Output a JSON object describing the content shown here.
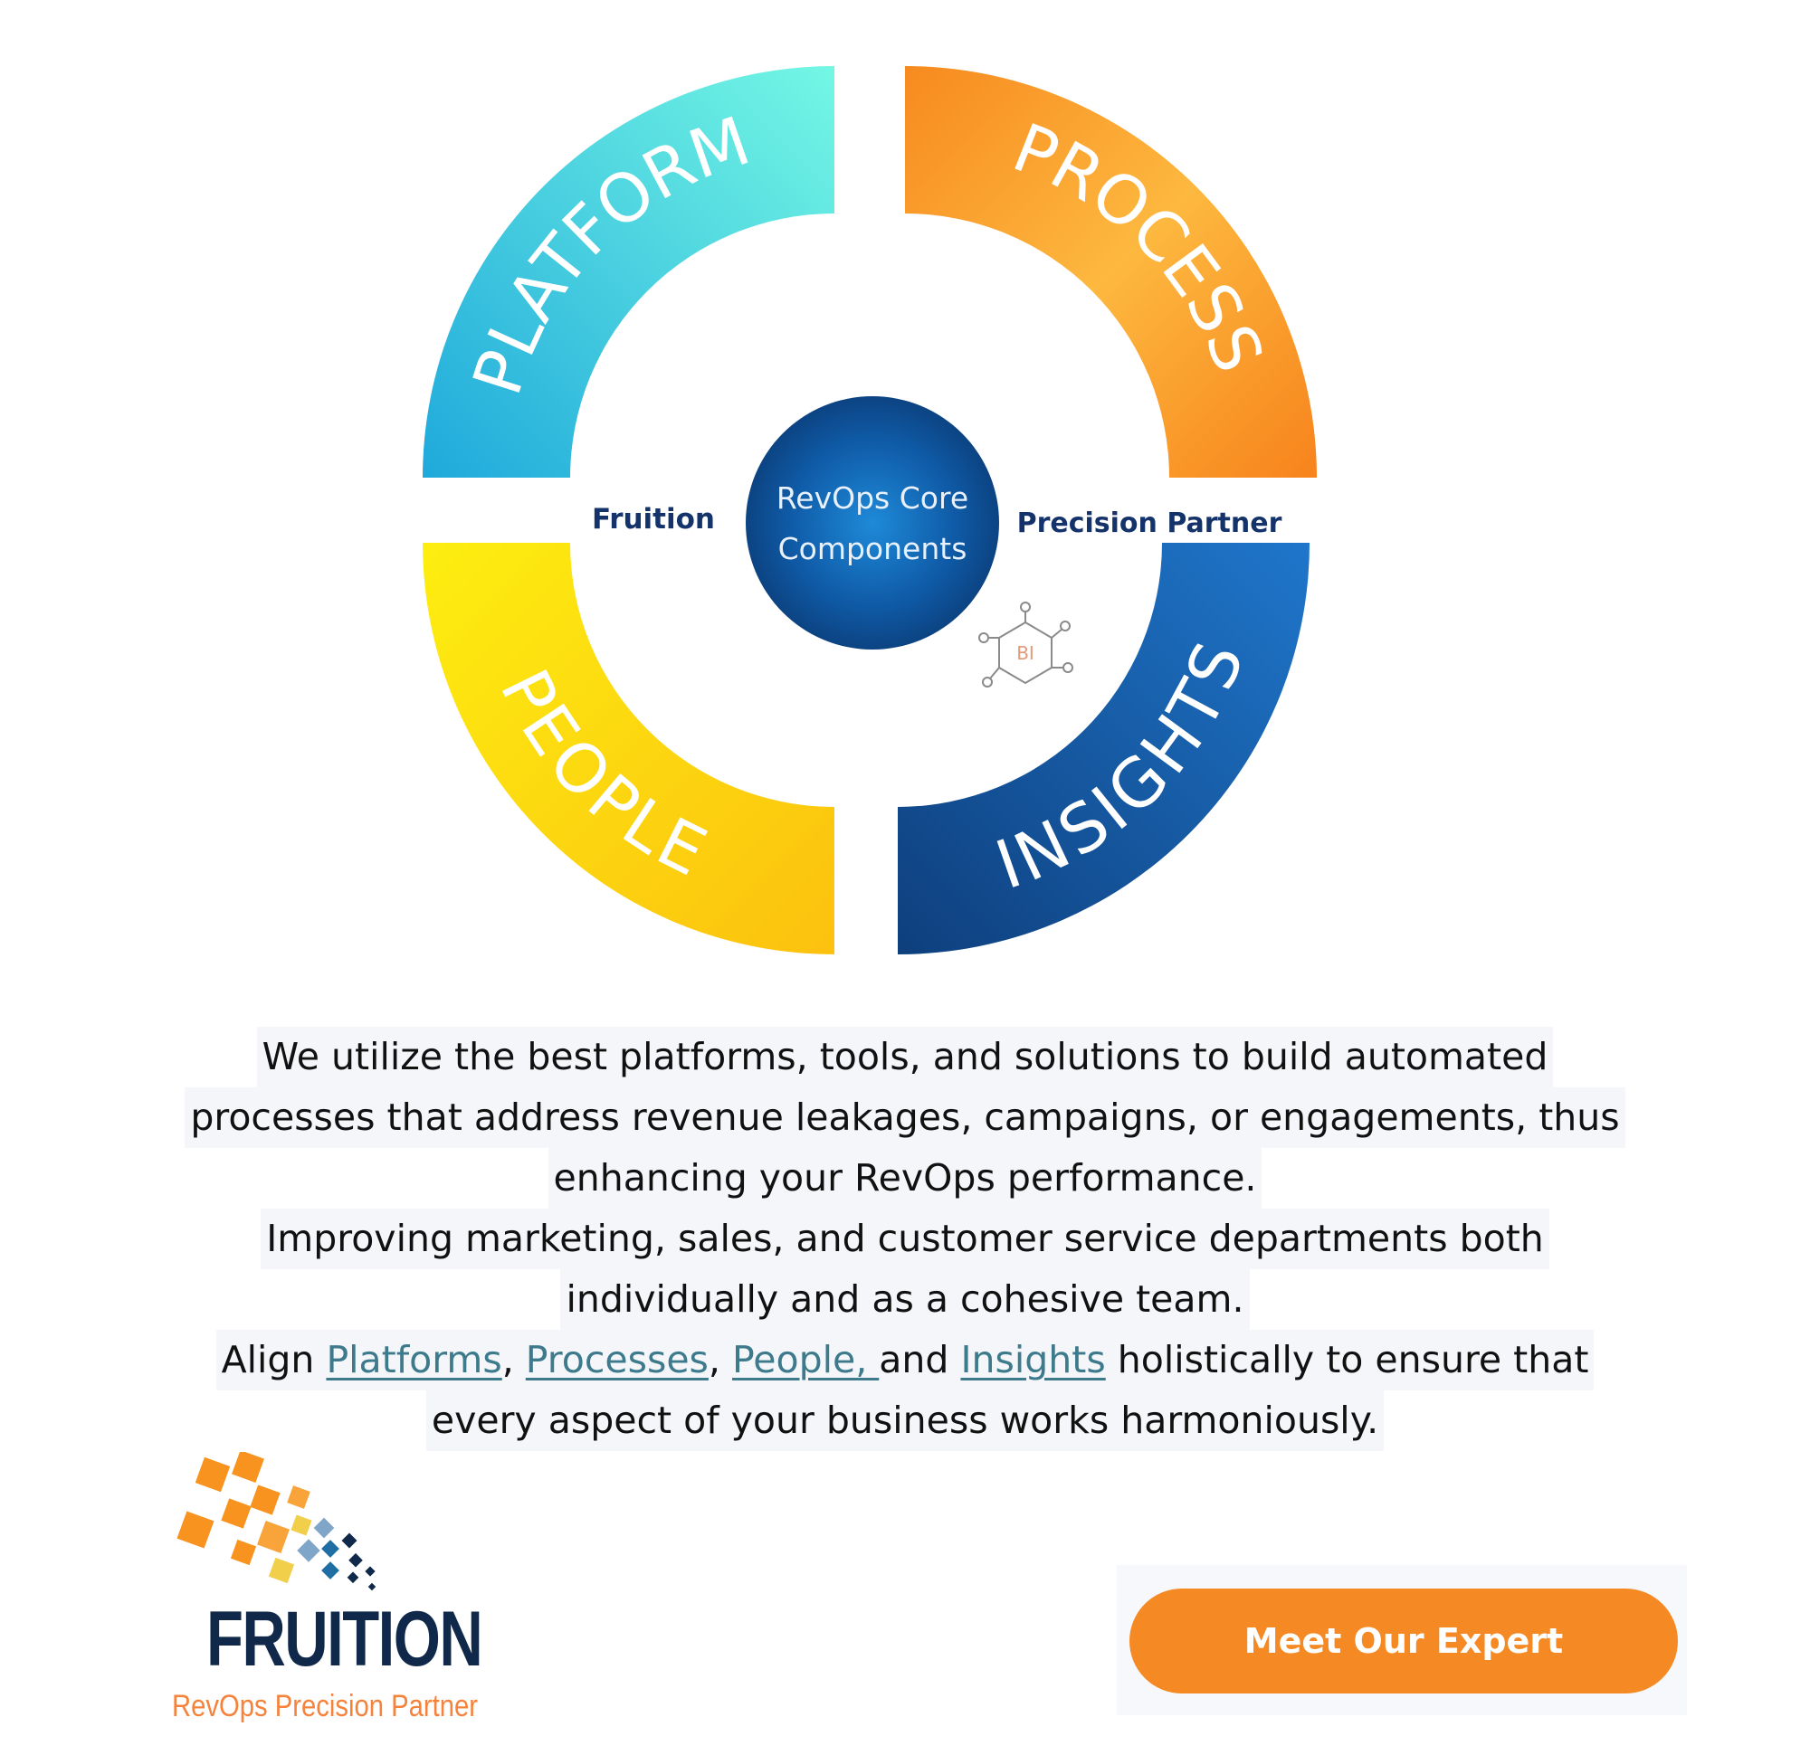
{
  "diagram": {
    "center": {
      "line1": "RevOps Core",
      "line2": "Components"
    },
    "left_label": "Fruition",
    "right_label": "Precision Partner",
    "bi_icon_label": "BI",
    "quadrants": [
      {
        "label": "PLATFORM",
        "position": "top-left",
        "color_start": "#22aedb",
        "color_end": "#6ef3e3"
      },
      {
        "label": "PROCESS",
        "position": "top-right",
        "color_start": "#f7851f",
        "color_end": "#fdc04a"
      },
      {
        "label": "PEOPLE",
        "position": "bottom-left",
        "color_start": "#fde90f",
        "color_end": "#fcc20f"
      },
      {
        "label": "INSIGHTS",
        "position": "bottom-right",
        "color_start": "#1e72c6",
        "color_end": "#0f4a8a"
      }
    ],
    "label_color": "#15336b",
    "center_color": "#0d4f9a"
  },
  "description": {
    "line1": "We utilize the best platforms, tools, and solutions to build automated",
    "line2": "processes that address revenue leakages, campaigns, or engagements, thus",
    "line3": "enhancing your RevOps performance.",
    "line4": "Improving marketing, sales, and customer service departments both",
    "line5": "individually and as a cohesive team.",
    "line6_prefix": "Align ",
    "links": [
      "Platforms",
      "Processes",
      "People, ",
      "Insights"
    ],
    "sep1": ", ",
    "sep2": ", ",
    "and": "and ",
    "line6_suffix": " holistically to ensure that",
    "line7": "every aspect of your business works harmoniously."
  },
  "logo": {
    "wordmark": "FRUITION",
    "tagline": "RevOps Precision Partner",
    "wordmark_color": "#10294a",
    "tagline_color": "#f5833c"
  },
  "cta": {
    "label": "Meet Our Expert",
    "color": "#f58a24"
  }
}
